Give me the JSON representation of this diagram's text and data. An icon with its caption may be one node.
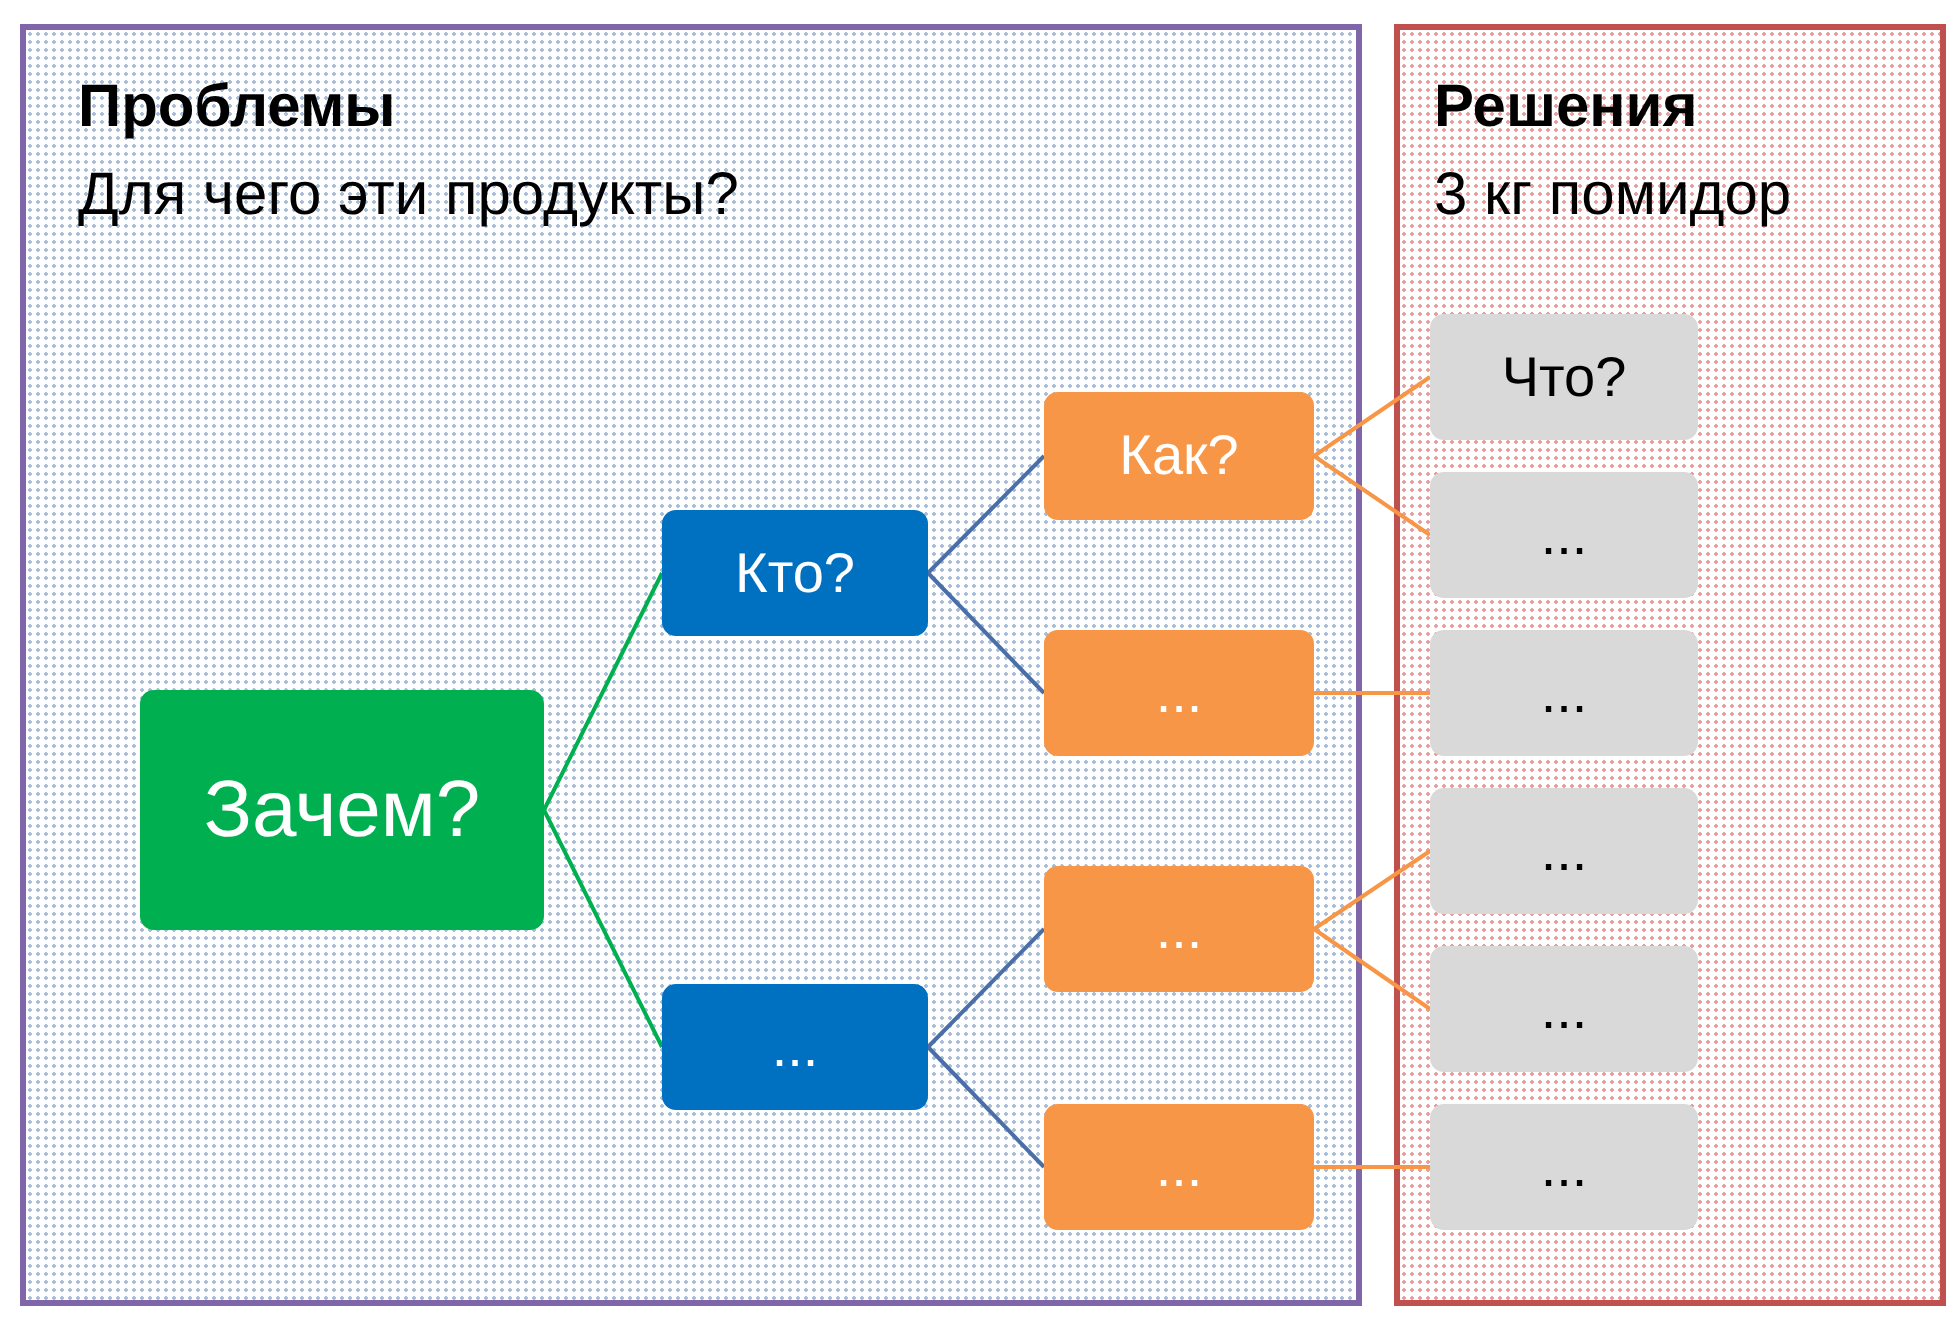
{
  "diagram": {
    "nodes": [
      {
        "text": [
          "Проблемы",
          "Для чего эти продукты?"
        ]
      },
      {
        "text": [
          "Решения",
          "3 кг помидор"
        ]
      },
      {
        "text": [
          "Зачем?"
        ],
        "in": 0
      },
      {
        "text": [
          "Кто?"
        ],
        "in": 0
      },
      {
        "text": [
          "..."
        ],
        "in": 0
      },
      {
        "text": [
          "Как?"
        ],
        "in": 0
      },
      {
        "text": [
          "..."
        ],
        "in": 0
      },
      {
        "text": [
          "..."
        ],
        "in": 0
      },
      {
        "text": [
          "..."
        ],
        "in": 0
      },
      {
        "text": [
          "Что?"
        ],
        "in": 1
      },
      {
        "text": [
          "..."
        ],
        "in": 1
      },
      {
        "text": [
          "..."
        ],
        "in": 1
      },
      {
        "text": [
          "..."
        ],
        "in": 1
      },
      {
        "text": [
          "..."
        ],
        "in": 1
      },
      {
        "text": [
          "..."
        ],
        "in": 1
      }
    ],
    "edges": [
      {
        "from": 2,
        "to": 3,
        "arrow": "none",
        "color": "#00b050"
      },
      {
        "from": 2,
        "to": 4,
        "arrow": "none",
        "color": "#00b050"
      },
      {
        "from": 3,
        "to": 5,
        "arrow": "none",
        "color": "#4a6fa8"
      },
      {
        "from": 3,
        "to": 6,
        "arrow": "none",
        "color": "#4a6fa8"
      },
      {
        "from": 4,
        "to": 7,
        "arrow": "none",
        "color": "#4a6fa8"
      },
      {
        "from": 4,
        "to": 8,
        "arrow": "none",
        "color": "#4a6fa8"
      },
      {
        "from": 5,
        "to": 9,
        "arrow": "none"
      },
      {
        "from": 5,
        "to": 10,
        "arrow": "none"
      },
      {
        "from": 6,
        "to": 11,
        "arrow": "none"
      },
      {
        "from": 7,
        "to": 12,
        "arrow": "none"
      },
      {
        "from": 7,
        "to": 13,
        "arrow": "none"
      },
      {
        "from": 8,
        "to": 14,
        "arrow": "none"
      }
    ]
  }
}
